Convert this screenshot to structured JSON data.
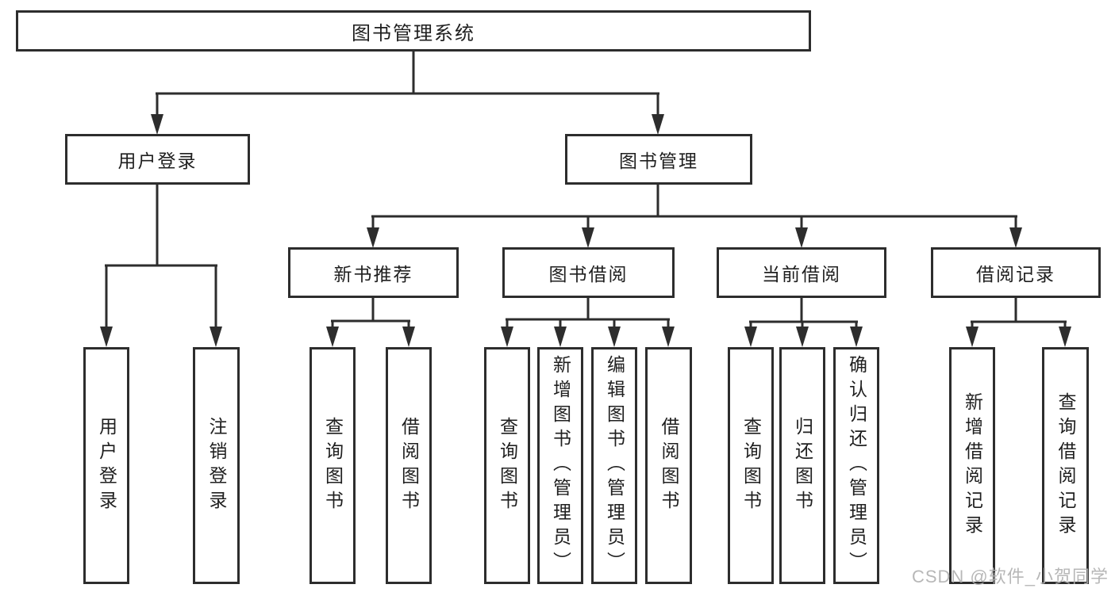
{
  "tree": {
    "root": "图书管理系统",
    "branches": {
      "user_login": "用户登录",
      "book_mgmt": "图书管理"
    },
    "modules": {
      "new_book": "新书推荐",
      "book_borrow": "图书借阅",
      "current_borrow": "当前借阅",
      "borrow_record": "借阅记录"
    },
    "leaves": {
      "login": "用户登录",
      "logout": "注销登录",
      "nb_query": "查询图书",
      "nb_borrow": "借阅图书",
      "bb_query": "查询图书",
      "bb_add": "新增图书（管理员）",
      "bb_edit": "编辑图书（管理员）",
      "bb_borrow": "借阅图书",
      "cb_query": "查询图书",
      "cb_return": "归还图书",
      "cb_confirm": "确认归还（管理员）",
      "br_add": "新增借阅记录",
      "br_query": "查询借阅记录"
    }
  },
  "watermark": "CSDN @软件_小贺同学",
  "colors": {
    "line": "#2d2d2d",
    "text": "#1f1f1f",
    "background": "#ffffff",
    "watermark": "#b0b0b0"
  }
}
